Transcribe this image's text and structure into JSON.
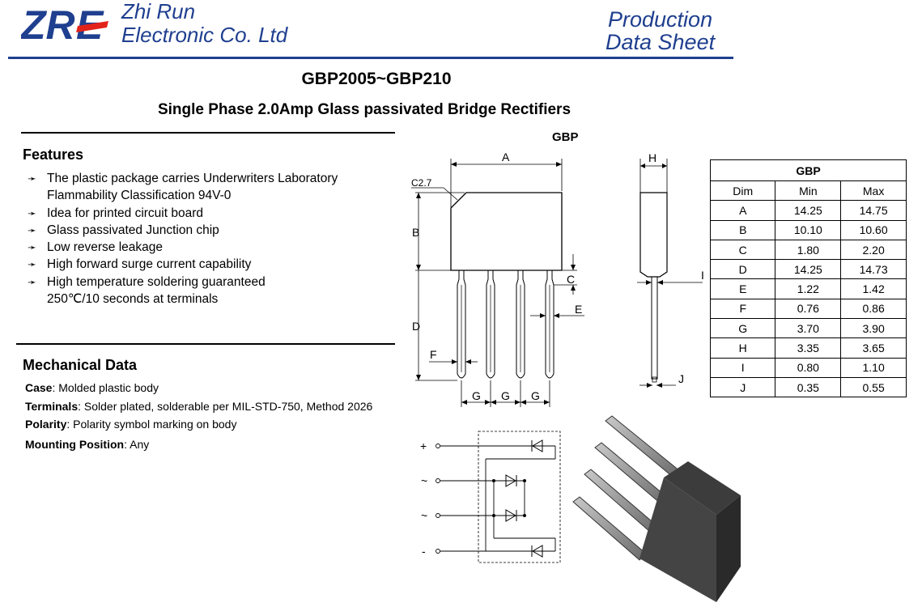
{
  "header": {
    "logo_text": "ZRE",
    "company_line1": "Zhi Run",
    "company_line2": "Electronic Co. Ltd",
    "sheet_line1": "Production",
    "sheet_line2": "Data Sheet",
    "brand_color": "#1f3f8f",
    "logo_accent": "#e2231a"
  },
  "part_number": "GBP2005~GBP210",
  "subtitle": "Single Phase 2.0Amp Glass passivated Bridge Rectifiers",
  "features": {
    "title": "Features",
    "bullet": "➛",
    "items": [
      {
        "line1": "The plastic package carries Underwriters Laboratory",
        "line2": "Flammability Classification 94V-0"
      },
      {
        "line1": "Idea for printed circuit board",
        "line2": ""
      },
      {
        "line1": "Glass passivated Junction chip",
        "line2": ""
      },
      {
        "line1": "Low reverse leakage",
        "line2": ""
      },
      {
        "line1": "High forward surge current capability",
        "line2": ""
      },
      {
        "line1": "High temperature soldering guaranteed",
        "line2": "250℃/10 seconds at terminals"
      }
    ]
  },
  "mechanical": {
    "title": "Mechanical  Data",
    "rows": [
      {
        "label": "Case",
        "value": ": Molded plastic body"
      },
      {
        "label": "Terminals",
        "value": ": Solder plated, solderable per MIL-STD-750, Method 2026"
      },
      {
        "label": "Polarity",
        "value": ": Polarity symbol  marking on body"
      },
      {
        "label": "Mounting Position",
        "value": ": Any"
      }
    ]
  },
  "drawing": {
    "package_label": "GBP",
    "chamfer": "C2.7",
    "labels": {
      "A": "A",
      "B": "B",
      "C": "C",
      "D": "D",
      "E": "E",
      "F": "F",
      "G": "G",
      "H": "H",
      "I": "I",
      "J": "J"
    }
  },
  "circuit": {
    "plus": "+",
    "ac1": "~",
    "ac2": "~",
    "minus": "-"
  },
  "dim_table": {
    "title": "GBP",
    "headers": [
      "Dim",
      "Min",
      "Max"
    ],
    "rows": [
      [
        "A",
        "14.25",
        "14.75"
      ],
      [
        "B",
        "10.10",
        "10.60"
      ],
      [
        "C",
        "1.80",
        "2.20"
      ],
      [
        "D",
        "14.25",
        "14.73"
      ],
      [
        "E",
        "1.22",
        "1.42"
      ],
      [
        "F",
        "0.76",
        "0.86"
      ],
      [
        "G",
        "3.70",
        "3.90"
      ],
      [
        "H",
        "3.35",
        "3.65"
      ],
      [
        "I",
        "0.80",
        "1.10"
      ],
      [
        "J",
        "0.35",
        "0.55"
      ]
    ]
  }
}
